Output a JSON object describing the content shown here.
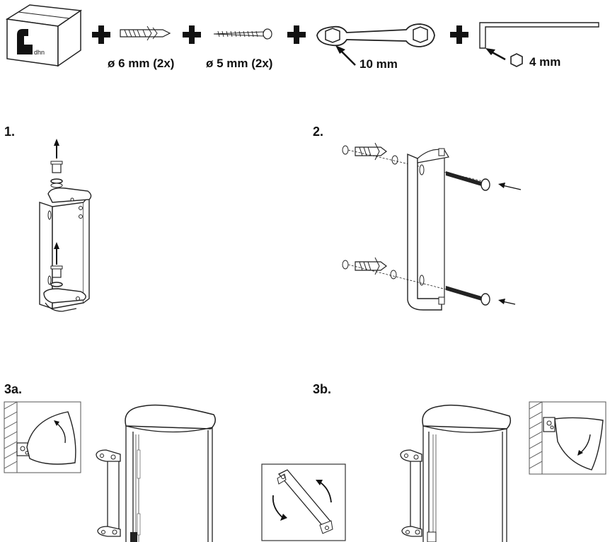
{
  "tools": {
    "plug_label": "ø 6 mm (2x)",
    "screw_label": "ø 5 mm (2x)",
    "wrench_label": "10 mm",
    "hex_label": "4 mm"
  },
  "steps": {
    "step1": "1.",
    "step2": "2.",
    "step3a": "3a.",
    "step3b": "3b."
  }
}
